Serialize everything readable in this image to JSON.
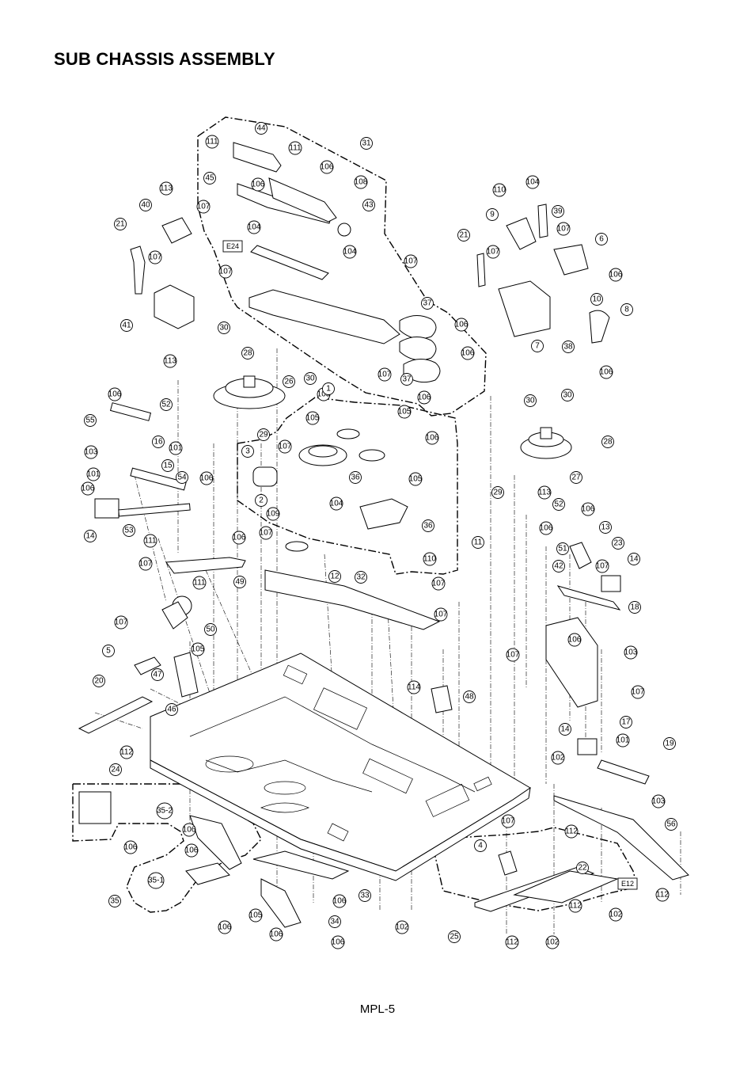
{
  "page": {
    "title": "SUB CHASSIS ASSEMBLY",
    "footer": "MPL-5"
  },
  "callouts": [
    {
      "id": "c1",
      "label": "111"
    },
    {
      "id": "c2",
      "label": "44"
    },
    {
      "id": "c3",
      "label": "111"
    },
    {
      "id": "c4",
      "label": "31"
    },
    {
      "id": "c5",
      "label": "106"
    },
    {
      "id": "c6",
      "label": "45"
    },
    {
      "id": "c7",
      "label": "106"
    },
    {
      "id": "c8",
      "label": "108"
    },
    {
      "id": "c9",
      "label": "113"
    },
    {
      "id": "c10",
      "label": "40"
    },
    {
      "id": "c11",
      "label": "107"
    },
    {
      "id": "c12",
      "label": "43"
    },
    {
      "id": "c13",
      "label": "21"
    },
    {
      "id": "c14",
      "label": "104"
    },
    {
      "id": "c15",
      "label": "104"
    },
    {
      "id": "c16",
      "label": "107"
    },
    {
      "id": "c17",
      "label": "107"
    },
    {
      "id": "c18",
      "label": "107"
    },
    {
      "id": "c19",
      "label": "41"
    },
    {
      "id": "c20",
      "label": "37"
    },
    {
      "id": "c21",
      "label": "106"
    },
    {
      "id": "c22",
      "label": "30"
    },
    {
      "id": "c23",
      "label": "106"
    },
    {
      "id": "c24",
      "label": "28"
    },
    {
      "id": "c25",
      "label": "113"
    },
    {
      "id": "c26",
      "label": "107"
    },
    {
      "id": "c27",
      "label": "37"
    },
    {
      "id": "c28",
      "label": "106"
    },
    {
      "id": "c29",
      "label": "30"
    },
    {
      "id": "c30",
      "label": "26"
    },
    {
      "id": "c31",
      "label": "106"
    },
    {
      "id": "c32",
      "label": "105"
    },
    {
      "id": "c33",
      "label": "52"
    },
    {
      "id": "c34",
      "label": "1"
    },
    {
      "id": "c35",
      "label": "105"
    },
    {
      "id": "c36",
      "label": "55"
    },
    {
      "id": "c37",
      "label": "105"
    },
    {
      "id": "c38",
      "label": "29"
    },
    {
      "id": "c39",
      "label": "16"
    },
    {
      "id": "c40",
      "label": "3"
    },
    {
      "id": "c41",
      "label": "107"
    },
    {
      "id": "c42",
      "label": "106"
    },
    {
      "id": "c43",
      "label": "103"
    },
    {
      "id": "c44",
      "label": "101"
    },
    {
      "id": "c45",
      "label": "15"
    },
    {
      "id": "c46",
      "label": "101"
    },
    {
      "id": "c47",
      "label": "54"
    },
    {
      "id": "c48",
      "label": "106"
    },
    {
      "id": "c49",
      "label": "106"
    },
    {
      "id": "c50",
      "label": "36"
    },
    {
      "id": "c51",
      "label": "105"
    },
    {
      "id": "c52",
      "label": "2"
    },
    {
      "id": "c53",
      "label": "104"
    },
    {
      "id": "c54",
      "label": "109"
    },
    {
      "id": "c55",
      "label": "36"
    },
    {
      "id": "c56",
      "label": "14"
    },
    {
      "id": "c57",
      "label": "53"
    },
    {
      "id": "c58",
      "label": "107"
    },
    {
      "id": "c59",
      "label": "111"
    },
    {
      "id": "c60",
      "label": "106"
    },
    {
      "id": "c61",
      "label": "110"
    },
    {
      "id": "c62",
      "label": "12"
    },
    {
      "id": "c63",
      "label": "32"
    },
    {
      "id": "c64",
      "label": "107"
    },
    {
      "id": "c65",
      "label": "49"
    },
    {
      "id": "c66",
      "label": "111"
    },
    {
      "id": "c67",
      "label": "107"
    },
    {
      "id": "c68",
      "label": "11"
    },
    {
      "id": "c69",
      "label": "50"
    },
    {
      "id": "c70",
      "label": "107"
    },
    {
      "id": "c71",
      "label": "107"
    },
    {
      "id": "c72",
      "label": "105"
    },
    {
      "id": "c73",
      "label": "5"
    },
    {
      "id": "c74",
      "label": "47"
    },
    {
      "id": "c75",
      "label": "46"
    },
    {
      "id": "c76",
      "label": "20"
    },
    {
      "id": "c77",
      "label": "112"
    },
    {
      "id": "c78",
      "label": "24"
    },
    {
      "id": "c79",
      "label": "114"
    },
    {
      "id": "c80",
      "label": "48"
    },
    {
      "id": "c81",
      "label": "110"
    },
    {
      "id": "c82",
      "label": "104"
    },
    {
      "id": "c83",
      "label": "39"
    },
    {
      "id": "c84",
      "label": "9"
    },
    {
      "id": "c85",
      "label": "107"
    },
    {
      "id": "c86",
      "label": "21"
    },
    {
      "id": "c87",
      "label": "107"
    },
    {
      "id": "c88",
      "label": "6"
    },
    {
      "id": "c89",
      "label": "106"
    },
    {
      "id": "c90",
      "label": "10"
    },
    {
      "id": "c91",
      "label": "8"
    },
    {
      "id": "c92",
      "label": "7"
    },
    {
      "id": "c93",
      "label": "38"
    },
    {
      "id": "c94",
      "label": "106"
    },
    {
      "id": "c95",
      "label": "30"
    },
    {
      "id": "c96",
      "label": "30"
    },
    {
      "id": "c97",
      "label": "28"
    },
    {
      "id": "c98",
      "label": "29"
    },
    {
      "id": "c99",
      "label": "113"
    },
    {
      "id": "c100",
      "label": "27"
    },
    {
      "id": "c101",
      "label": "52"
    },
    {
      "id": "c102",
      "label": "106"
    },
    {
      "id": "c103",
      "label": "106"
    },
    {
      "id": "c104",
      "label": "13"
    },
    {
      "id": "c105",
      "label": "23"
    },
    {
      "id": "c106",
      "label": "51"
    },
    {
      "id": "c107",
      "label": "42"
    },
    {
      "id": "c108",
      "label": "107"
    },
    {
      "id": "c109",
      "label": "14"
    },
    {
      "id": "c110",
      "label": "18"
    },
    {
      "id": "c111",
      "label": "106"
    },
    {
      "id": "c112",
      "label": "103"
    },
    {
      "id": "c113",
      "label": "107"
    },
    {
      "id": "c114",
      "label": "107"
    },
    {
      "id": "c115",
      "label": "17"
    },
    {
      "id": "c116",
      "label": "14"
    },
    {
      "id": "c117",
      "label": "101"
    },
    {
      "id": "c118",
      "label": "19"
    },
    {
      "id": "c119",
      "label": "102"
    },
    {
      "id": "c120",
      "label": "103"
    },
    {
      "id": "c121",
      "label": "56"
    },
    {
      "id": "c122",
      "label": "112"
    },
    {
      "id": "c123",
      "label": "107"
    },
    {
      "id": "c124",
      "label": "4"
    },
    {
      "id": "c125",
      "label": "22"
    },
    {
      "id": "c126",
      "label": "112"
    },
    {
      "id": "c127",
      "label": "102"
    },
    {
      "id": "c128",
      "label": "112"
    },
    {
      "id": "c129",
      "label": "102"
    },
    {
      "id": "c130",
      "label": "25"
    },
    {
      "id": "c131",
      "label": "112"
    },
    {
      "id": "c132",
      "label": "102"
    },
    {
      "id": "c133",
      "label": "35-2"
    },
    {
      "id": "c134",
      "label": "106"
    },
    {
      "id": "c135",
      "label": "106"
    },
    {
      "id": "c136",
      "label": "106"
    },
    {
      "id": "c137",
      "label": "35-1"
    },
    {
      "id": "c138",
      "label": "35"
    },
    {
      "id": "c139",
      "label": "106"
    },
    {
      "id": "c140",
      "label": "33"
    },
    {
      "id": "c141",
      "label": "106"
    },
    {
      "id": "c142",
      "label": "105"
    },
    {
      "id": "c143",
      "label": "106"
    },
    {
      "id": "c144",
      "label": "34"
    },
    {
      "id": "c145",
      "label": "106"
    }
  ],
  "boxes": [
    {
      "id": "b1",
      "label": "E24"
    },
    {
      "id": "b2",
      "label": "E12"
    }
  ]
}
